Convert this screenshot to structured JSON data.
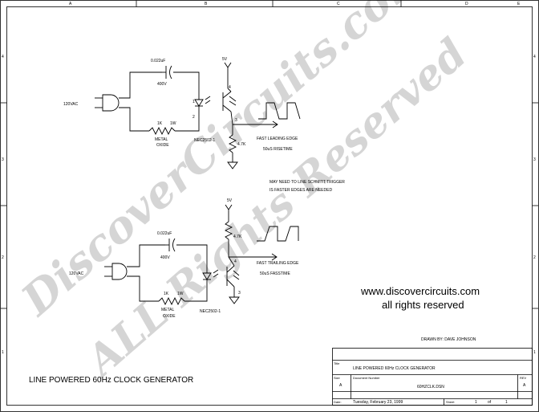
{
  "border": {
    "col_letters": [
      "A",
      "B",
      "C",
      "D",
      "E"
    ],
    "row_numbers": [
      "4",
      "3",
      "2",
      "1"
    ]
  },
  "watermark": {
    "line1": "DiscoverCircuits.com",
    "line2": "ALL Rights Reserved"
  },
  "circuit_top": {
    "cap_value": "0.022uF",
    "cap_voltage": "400V",
    "mains_label": "120VAC",
    "res_value": "1K",
    "res_power": "1W",
    "res_type_1": "METAL",
    "res_type_2": "OXIDE",
    "opto_part": "NEC2502-1",
    "opto_pin1": "1",
    "opto_pin2": "2",
    "opto_pin3": "3",
    "opto_pin4": "4",
    "supply": "5V",
    "pullup": "4.7K",
    "edge_note_1": "FAST LEADING EDGE",
    "edge_note_2": "50uS RISETIME"
  },
  "schmitt_note": {
    "line1": "MAY NEED TO LINE SCHMITT TRIGGER",
    "line2": "IS FASTER EDGES ARE NEEDED"
  },
  "circuit_bottom": {
    "cap_value": "0.022uF",
    "cap_voltage": "400V",
    "mains_label": "120VAC",
    "res_value": "1K",
    "res_power": "1W",
    "res_type_1": "METAL",
    "res_type_2": "OXIDE",
    "opto_part": "NEC2502-1",
    "opto_pin4": "4",
    "opto_pin3": "3",
    "supply": "5V",
    "pullup": "4.7K",
    "edge_note_1": "FAST TRAILING EDGE",
    "edge_note_2": "50uS FASSTIME"
  },
  "site": {
    "url": "www.discovercircuits.com",
    "rights": "all rights reserved"
  },
  "drawn_by": "DRAWN BY:  DAVE JOHNSON",
  "main_title": "LINE POWERED 60Hz CLOCK GENERATOR",
  "title_block": {
    "title_label": "Title",
    "title": "LINE POWERED 60Hz CLOCK GENERATOR",
    "size_label": "Size",
    "size": "A",
    "docnum_label": "Document Number",
    "docnum": "60HZCLK.DSN",
    "rev_label": "REV",
    "rev": "A",
    "date_label": "Date:",
    "date": "Tuesday, February 23, 1999",
    "sheet_label": "Sheet",
    "sheet_num": "1",
    "sheet_of": "of",
    "sheet_total": "1"
  }
}
